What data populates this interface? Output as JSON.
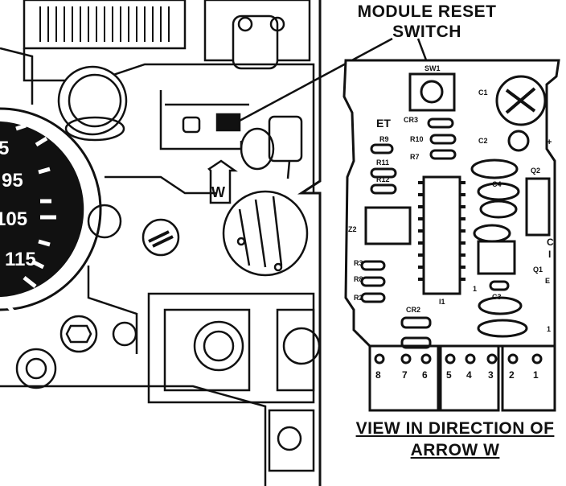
{
  "callout": {
    "line1": "MODULE RESET",
    "line2": "SWITCH"
  },
  "caption": {
    "line1": "VIEW IN DIRECTION OF",
    "line2": "ARROW W"
  },
  "arrow_label": "W",
  "speedometer": {
    "ticks": [
      "5",
      "95",
      "105",
      "115"
    ]
  },
  "board_labels": {
    "sw1": "SW1",
    "et": "ET",
    "c1": "C1",
    "c2": "C2",
    "plus": "+",
    "cr3": "CR3",
    "r10": "R10",
    "r9": "R9",
    "r7": "R7",
    "r11": "R11",
    "r12": "R12",
    "z2": "Z2",
    "q2": "Q2",
    "c4": "C4",
    "c3": "C3",
    "r3": "R3",
    "r8": "R8",
    "r2": "R2",
    "cr2": "CR2",
    "q1": "Q1",
    "e": "E",
    "c_side": "C",
    "i_side": "I",
    "one_near_ic": "1",
    "i1": "I1",
    "end_one": "1"
  },
  "pins": [
    "8",
    "7",
    "6",
    "5",
    "4",
    "3",
    "2",
    "1"
  ]
}
